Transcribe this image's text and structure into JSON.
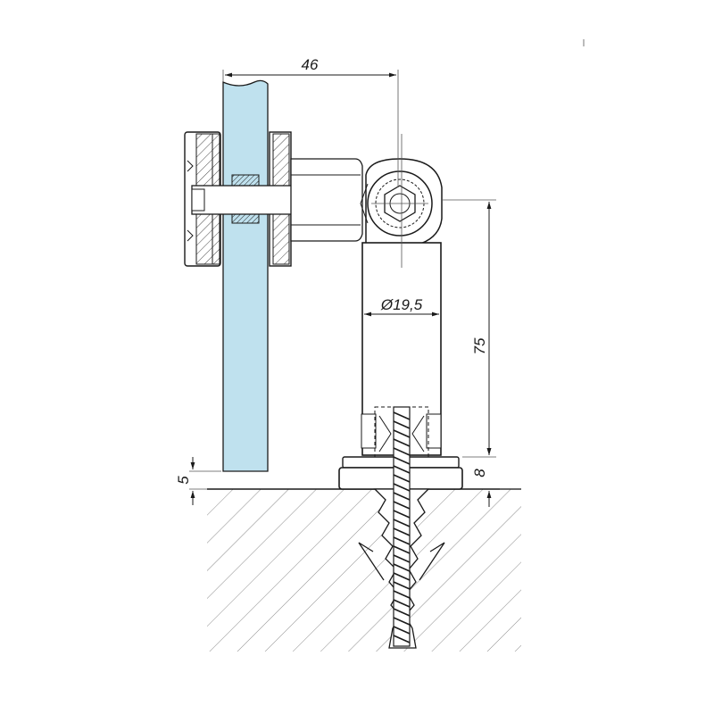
{
  "drawing": {
    "dimensions": {
      "width_top": "46",
      "diameter": "Ø19,5",
      "height_post": "75",
      "base_plate": "8",
      "floor_gap": "5"
    },
    "colors": {
      "glass_fill": "#bfe1ee",
      "line": "#1a1a1a",
      "hatch": "#8c8c8c",
      "background": "#ffffff"
    }
  }
}
